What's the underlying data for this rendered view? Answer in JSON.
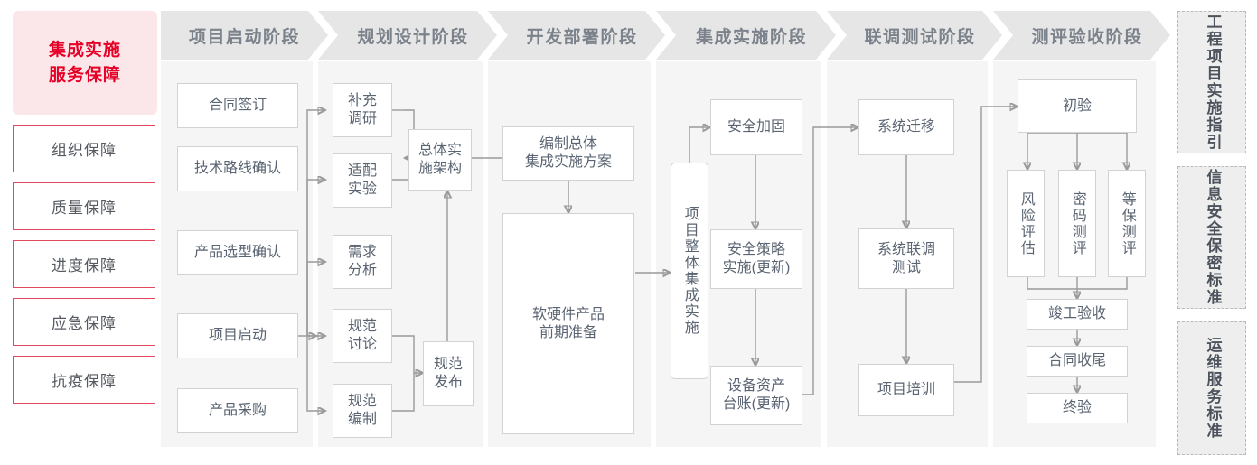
{
  "colors": {
    "accent_red": "#e60026",
    "accent_red_border": "#e4485f",
    "guarantee_bg": "#fbe7ea",
    "phase_header_bg": "#e6e6e6",
    "phase_header_text": "#7b828b",
    "panel_bg": "#f5f5f5",
    "node_border": "#d2d2d2",
    "node_text": "#5a6472",
    "wire": "#9a9a9a",
    "standards_bg": "#eeeeee",
    "standards_border": "#b9b9b9"
  },
  "left_sidebar": {
    "title_line1": "集成实施",
    "title_line2": "服务保障",
    "items": [
      {
        "label": "组织保障"
      },
      {
        "label": "质量保障"
      },
      {
        "label": "进度保障"
      },
      {
        "label": "应急保障"
      },
      {
        "label": "抗疫保障"
      }
    ]
  },
  "phases": [
    {
      "id": "phase-1",
      "label": "项目启动阶段"
    },
    {
      "id": "phase-2",
      "label": "规划设计阶段"
    },
    {
      "id": "phase-3",
      "label": "开发部署阶段"
    },
    {
      "id": "phase-4",
      "label": "集成实施阶段"
    },
    {
      "id": "phase-5",
      "label": "联调测试阶段"
    },
    {
      "id": "phase-6",
      "label": "测评验收阶段"
    }
  ],
  "nodes": {
    "p1_n1": "合同签订",
    "p1_n2": "技术路线确认",
    "p1_n3": "产品选型确认",
    "p1_n4": "项目启动",
    "p1_n5": "产品采购",
    "p2_n1": "补充\n调研",
    "p2_n2": "适配\n实验",
    "p2_n3": "需求\n分析",
    "p2_n4": "规范\n讨论",
    "p2_n5": "规范\n编制",
    "p2_n6": "总体实\n施架构",
    "p2_n7": "规范\n发布",
    "p3_n1": "编制总体\n集成实施方案",
    "p3_n2": "软硬件产品\n前期准备",
    "p4_n1": "项目整体集成实施",
    "p4_n2": "安全加固",
    "p4_n3": "安全策略\n实施(更新)",
    "p4_n4": "设备资产\n台账(更新)",
    "p5_n1": "系统迁移",
    "p5_n2": "系统联调\n测试",
    "p5_n3": "项目培训",
    "p6_n1": "初验",
    "p6_n2": "风险评估",
    "p6_n3": "密码测评",
    "p6_n4": "等保测评",
    "p6_n5": "竣工验收",
    "p6_n6": "合同收尾",
    "p6_n7": "终验"
  },
  "right_sidebar": {
    "items": [
      {
        "id": "std-1",
        "label": "工程项目实施指引"
      },
      {
        "id": "std-2",
        "label": "信息安全保密标准"
      },
      {
        "id": "std-3",
        "label": "运维服务标准"
      }
    ]
  }
}
